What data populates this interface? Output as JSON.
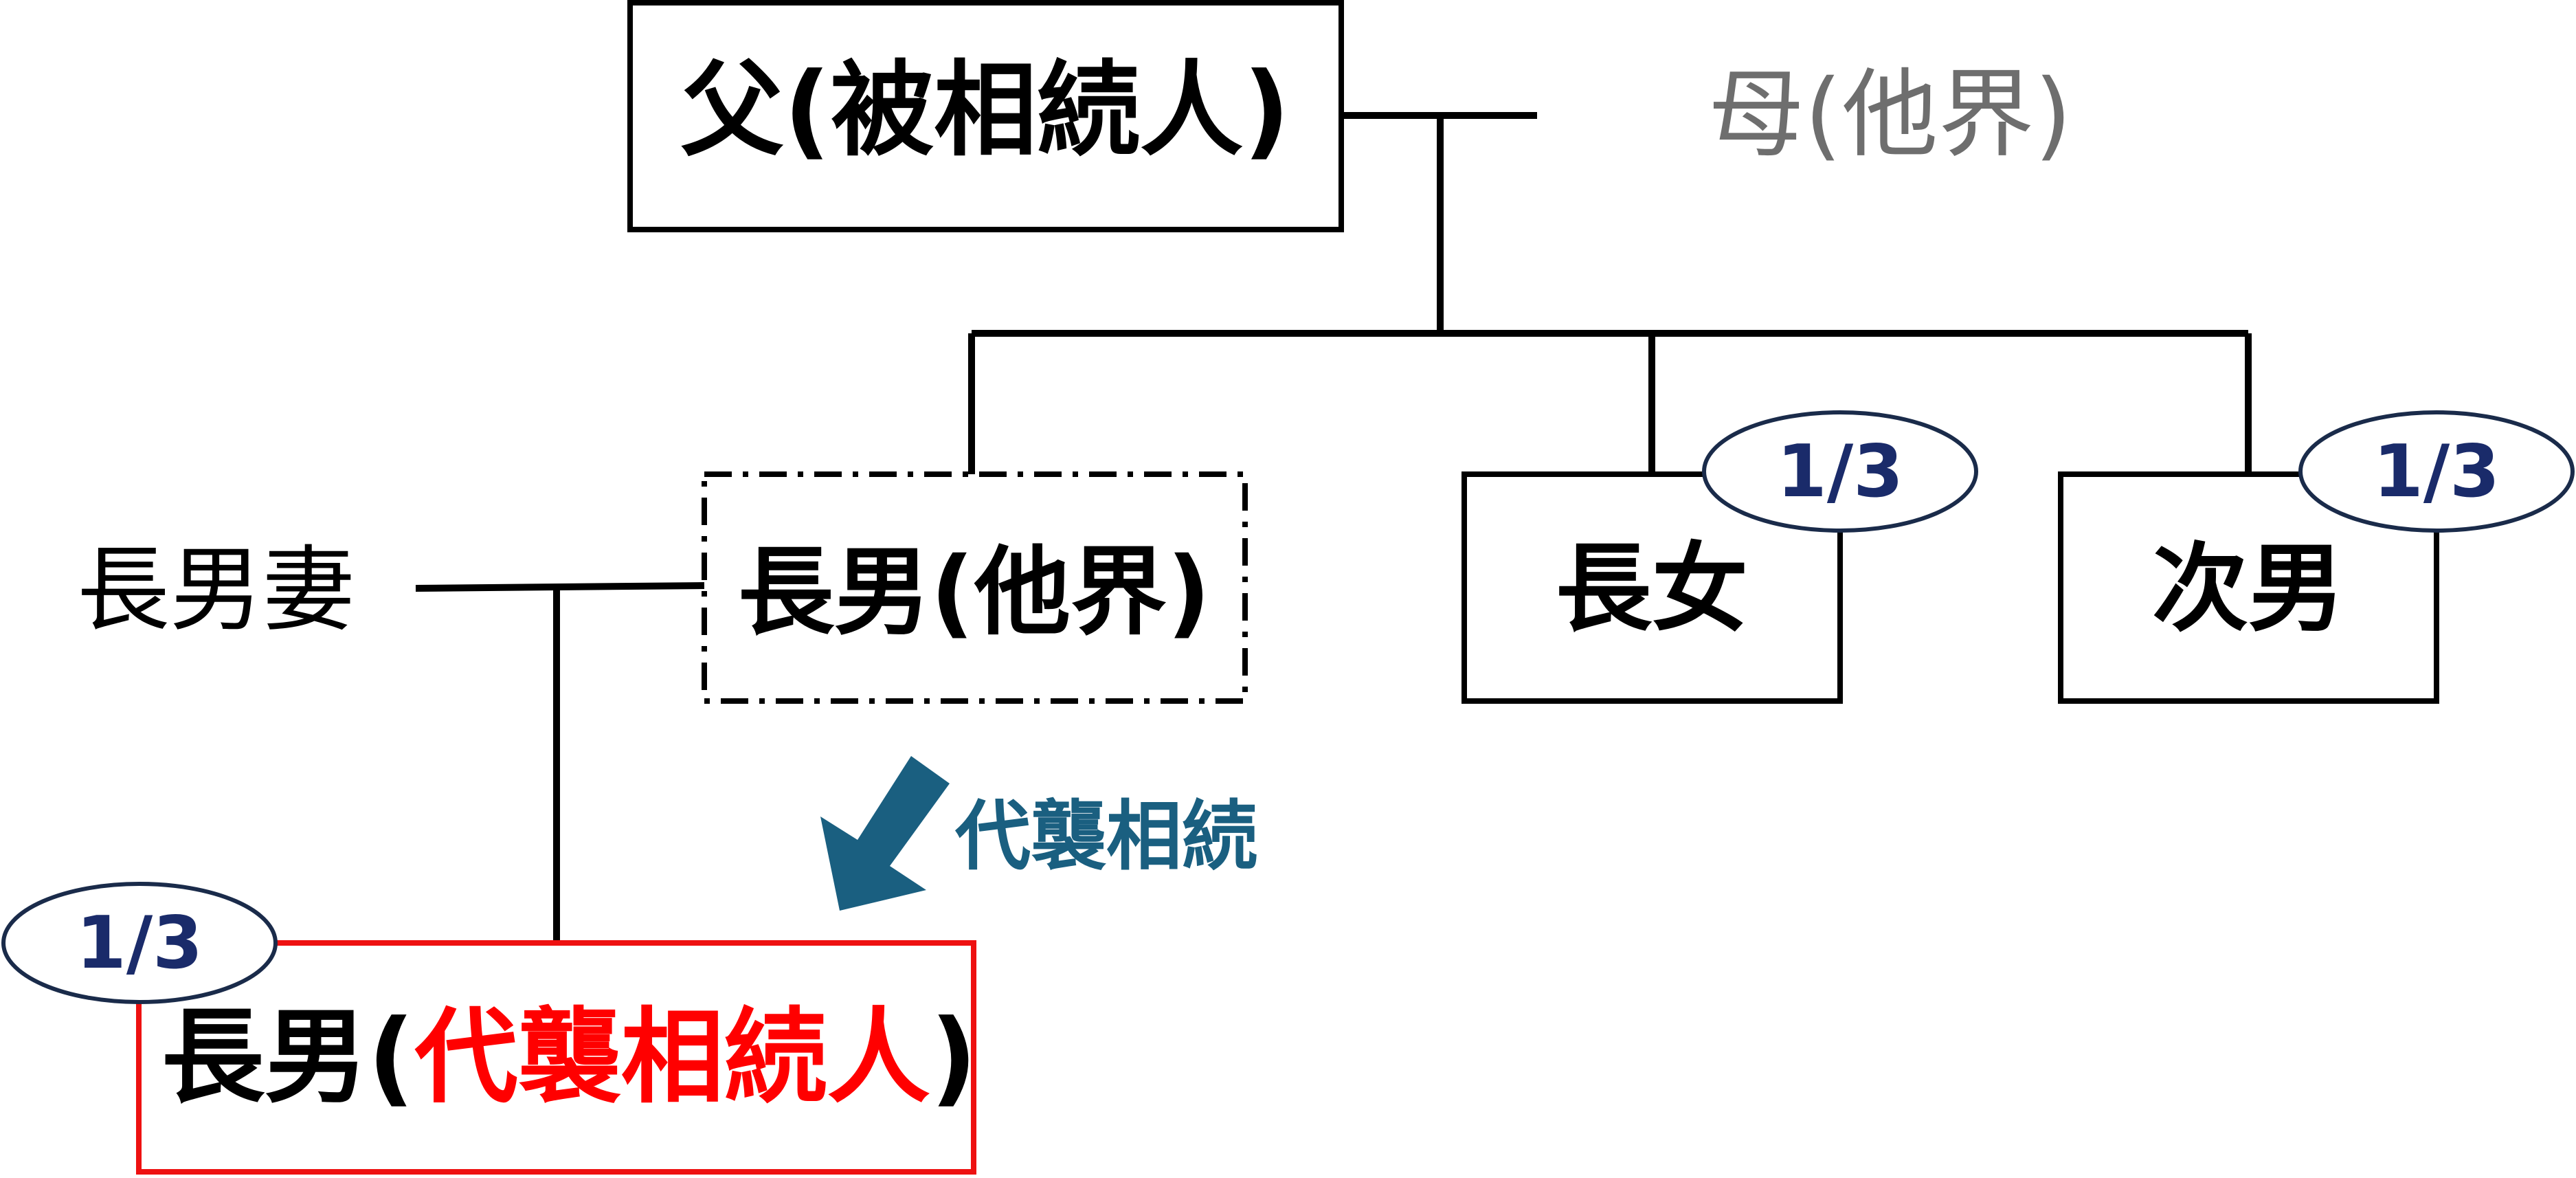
{
  "father": {
    "label": "父(被相続人)"
  },
  "mother": {
    "label": "母(他界)"
  },
  "eldest_son": {
    "label": "長男(他界)"
  },
  "eldest_daughter": {
    "label": "長女",
    "share": "1/3"
  },
  "second_son": {
    "label": "次男",
    "share": "1/3"
  },
  "eldest_son_wife": {
    "label": "長男妻"
  },
  "arrow": {
    "label": "代襲相続"
  },
  "grandson": {
    "prefix": "長男(",
    "role": "代襲相続人",
    "suffix": ")",
    "share": "1/3"
  },
  "colors": {
    "line": "#000000",
    "share_text": "#1a2b6a",
    "arrow": "#1a5f80",
    "highlight": "#ff0000",
    "muted": "#6e6e6e"
  }
}
